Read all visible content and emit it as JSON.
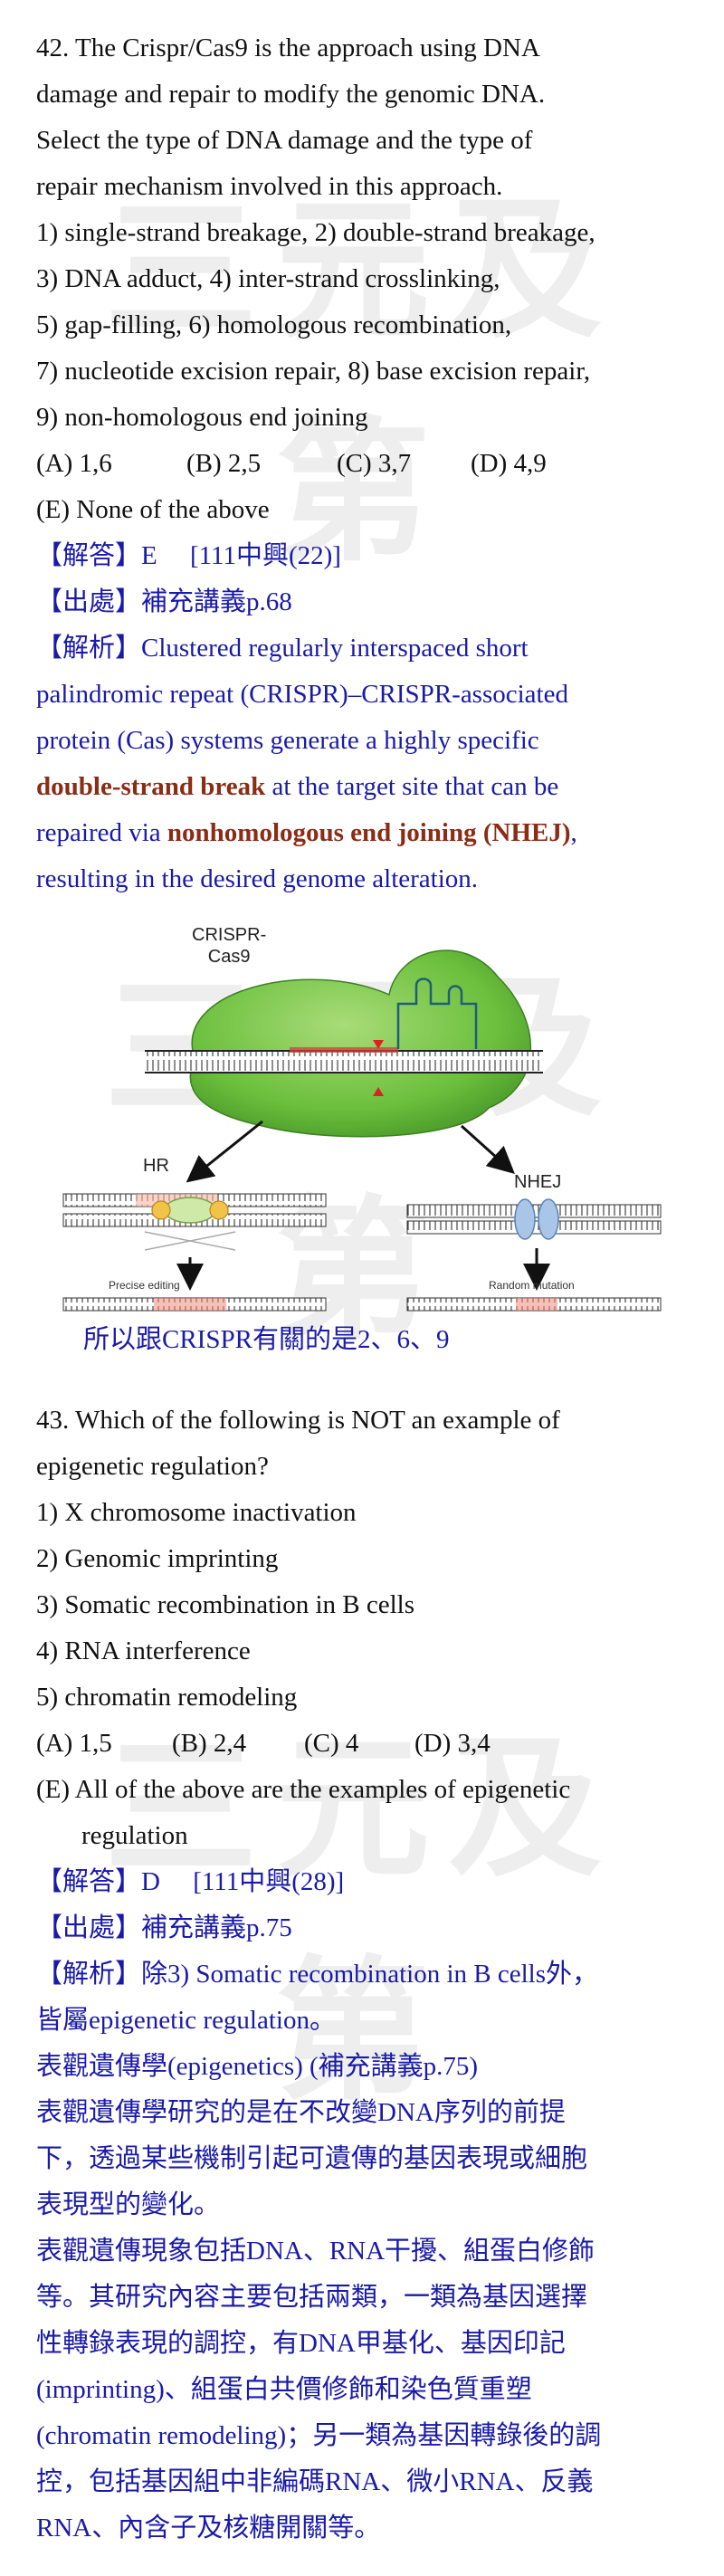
{
  "watermark": "三元及第",
  "q42": {
    "lines": [
      "42. The Crispr/Cas9 is the approach using DNA",
      "damage and repair to modify the genomic DNA.",
      "Select the type of DNA damage and the type of",
      "repair mechanism involved in this approach.",
      "1) single-strand breakage, 2) double-strand breakage,",
      "3) DNA adduct, 4) inter-strand crosslinking,",
      "5) gap-filling, 6) homologous recombination,",
      "7) nucleotide excision repair, 8) base excision repair,",
      "9) non-homologous end joining"
    ],
    "options": [
      "(A) 1,6",
      "(B) 2,5",
      "(C) 3,7",
      "(D) 4,9"
    ],
    "option_e": "(E) None of the above",
    "answer": "【解答】E　 [111中興(22)]",
    "source": "【出處】補充講義p.68",
    "explain_1": "【解析】Clustered regularly interspaced short",
    "explain_2": "palindromic repeat (CRISPR)–CRISPR-associated",
    "explain_3": "protein (Cas) systems generate a highly specific",
    "explain_4_bold": "double-strand break",
    "explain_4_rest": " at the target site that can be",
    "explain_5_start": "repaired via ",
    "explain_5_bold": "nonhomologous end joining (NHEJ)",
    "explain_5_end": ",",
    "explain_6": "resulting in the desired genome alteration.",
    "figure": {
      "cas_label_1": "CRISPR-",
      "cas_label_2": "Cas9",
      "hr_label": "HR",
      "nhej_label": "NHEJ",
      "precise_label": "Precise editing",
      "random_label": "Random mutation"
    },
    "conclusion": "所以跟CRISPR有關的是2、6、9"
  },
  "q43": {
    "lines": [
      "43. Which of the following is NOT an example of",
      "epigenetic regulation?",
      "1) X chromosome inactivation",
      "2) Genomic imprinting",
      "3) Somatic recombination in B cells",
      "4) RNA interference",
      "5) chromatin remodeling"
    ],
    "options": [
      "(A) 1,5",
      "(B) 2,4",
      "(C) 4",
      "(D) 3,4"
    ],
    "option_e_1": "(E) All of the above are the examples of epigenetic",
    "option_e_2": "regulation",
    "answer": "【解答】D　 [111中興(28)]",
    "source": "【出處】補充講義p.75",
    "explain_lines": [
      "【解析】除3) Somatic recombination in B cells外，",
      "皆屬epigenetic regulation。",
      "表觀遺傳學(epigenetics) (補充講義p.75)",
      "表觀遺傳學研究的是在不改變DNA序列的前提",
      "下，透過某些機制引起可遺傳的基因表現或細胞",
      "表現型的變化。",
      "表觀遺傳現象包括DNA、RNA干擾、組蛋白修飾",
      "等。其研究內容主要包括兩類，一類為基因選擇",
      "性轉錄表現的調控，有DNA甲基化、基因印記",
      "(imprinting)、組蛋白共價修飾和染色質重塑",
      "(chromatin remodeling)；另一類為基因轉錄後的調",
      "控，包括基因組中非編碼RNA、微小RNA、反義",
      "RNA、內含子及核糖開關等。"
    ]
  }
}
